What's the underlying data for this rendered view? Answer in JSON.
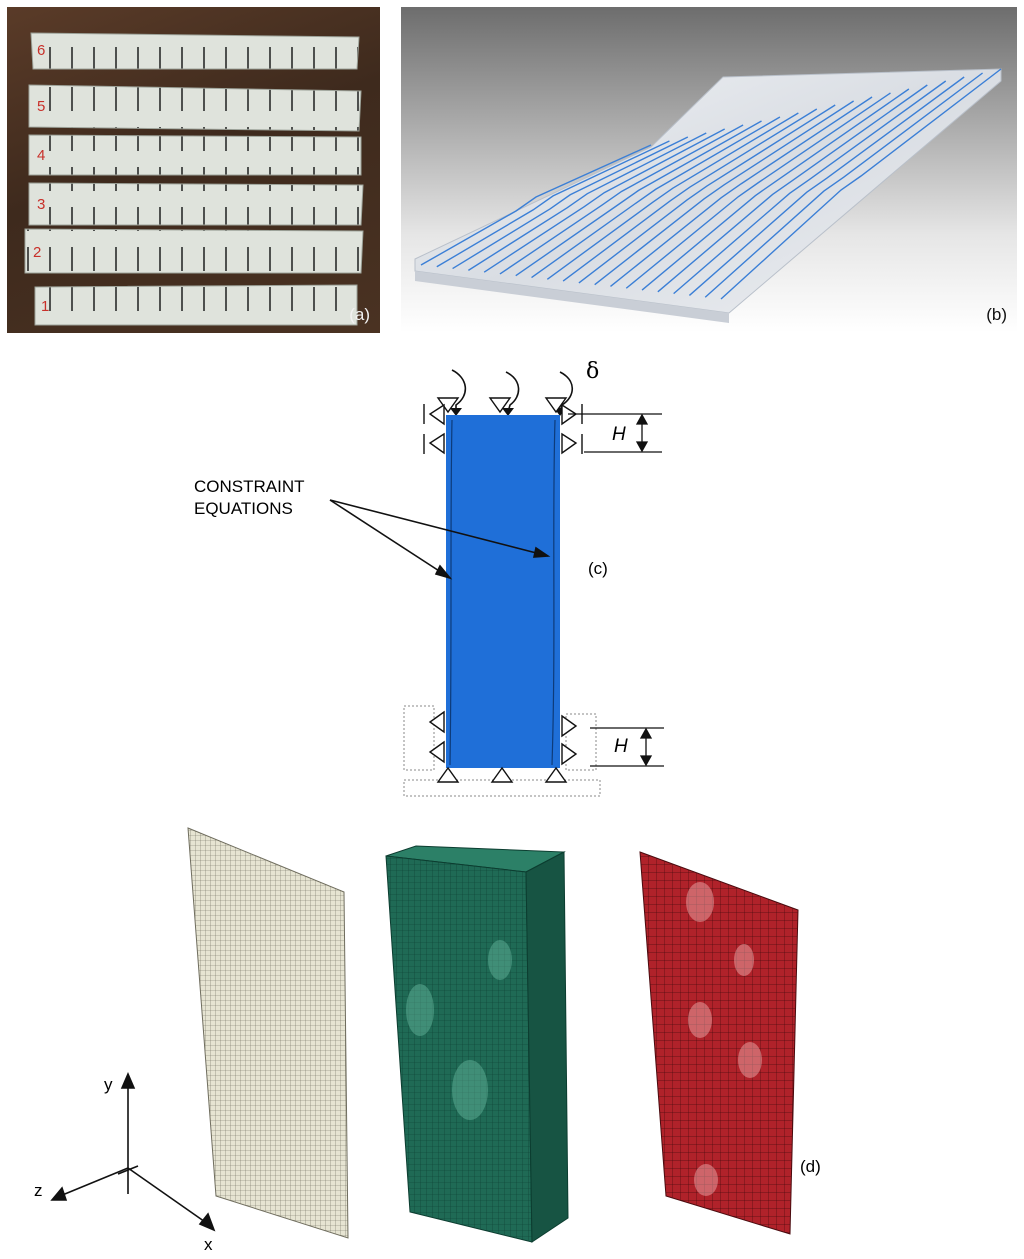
{
  "panels": {
    "a": {
      "label": "(a)",
      "specimen_numbers": [
        "6",
        "5",
        "4",
        "3",
        "2",
        "1"
      ]
    },
    "b": {
      "label": "(b)"
    },
    "c": {
      "label": "(c)",
      "load_symbol": "δ",
      "height_symbol_top": "H",
      "height_symbol_bottom": "H",
      "annotation_line1": "CONSTRAINT",
      "annotation_line2": "EQUATIONS"
    },
    "d": {
      "label": "(d)",
      "axes": {
        "y": "y",
        "z": "z",
        "x": "x"
      }
    }
  },
  "colors": {
    "specimen": "#dfe3dc",
    "model_c": "#1f6fd8",
    "mesh_left": "#e6e4d2",
    "mesh_middle": "#1f6a55",
    "mesh_right": "#b0222a"
  }
}
